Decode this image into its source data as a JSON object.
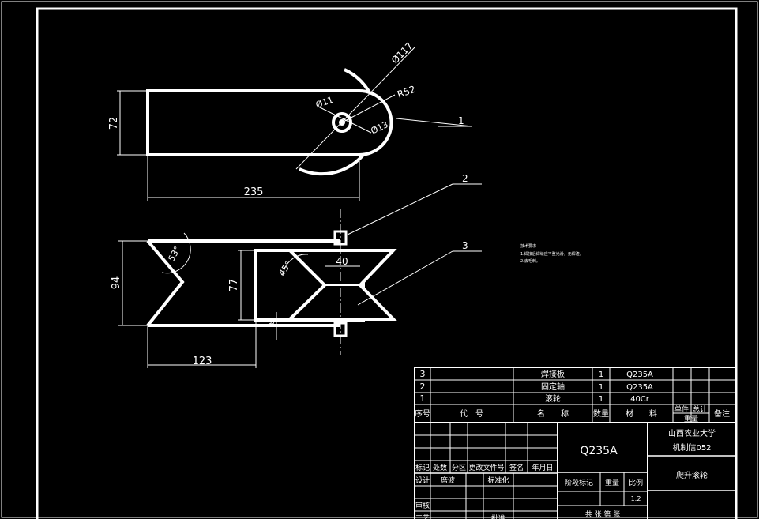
{
  "drawing": {
    "top_view": {
      "dim_width": "235",
      "dim_height": "72",
      "dim_phi117": "Ø117",
      "dim_r52": "R52",
      "dim_phi11": "Ø11",
      "dim_phi13": "Ø13"
    },
    "front_view": {
      "dim_height": "94",
      "dim_inner_height": "77",
      "dim_width": "123",
      "dim_gap": "40",
      "dim_small": "8",
      "angle_left": "53°",
      "angle_right": "45°"
    },
    "balloons": [
      "1",
      "2",
      "3"
    ],
    "notes": [
      "技术要求",
      "1.焊接后焊缝应平整光滑，无焊渣。",
      "2.去毛刺。"
    ]
  },
  "bom": {
    "rows": [
      {
        "no": "3",
        "name": "焊接板",
        "qty": "1",
        "material": "Q235A"
      },
      {
        "no": "2",
        "name": "固定轴",
        "qty": "1",
        "material": "Q235A"
      },
      {
        "no": "1",
        "name": "滚轮",
        "qty": "1",
        "material": "40Cr"
      }
    ],
    "headers": {
      "no": "序号",
      "code": "代　号",
      "name": "名　　称",
      "qty": "数量",
      "material": "材　　料",
      "unit_weight": "单件",
      "total_weight": "总计",
      "weight_label": "重量",
      "remark": "备注"
    }
  },
  "title_block": {
    "revision_headers": [
      "标记",
      "处数",
      "分区",
      "更改文件号",
      "签名",
      "年月日"
    ],
    "design_label": "设计",
    "designer": "席波",
    "standardize_label": "标准化",
    "review_label": "审核",
    "process_label": "工艺",
    "approve_label": "批准",
    "material": "Q235A",
    "institution": "山西农业大学",
    "class": "机制信052",
    "drawing_name": "爬升滚轮",
    "stage_label": "阶段标记",
    "weight_label": "重量",
    "scale_label": "比例",
    "scale_value": "1:2",
    "sheets_text": "共 张  第 张"
  }
}
